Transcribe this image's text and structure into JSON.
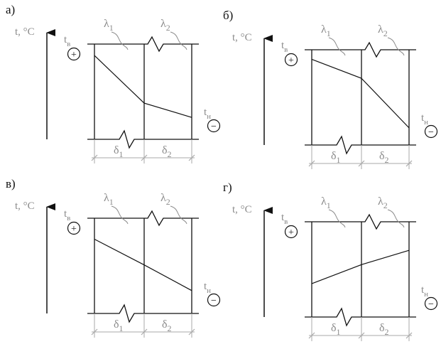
{
  "panels": [
    {
      "label": "а)",
      "axis_label": "t, °C",
      "inner_temp": "t",
      "inner_temp_sub": "в",
      "outer_temp": "t",
      "outer_temp_sub": "н",
      "inner_sign": "+",
      "outer_sign": "−",
      "lambda1": "λ",
      "lambda1_sub": "1",
      "lambda2": "λ",
      "lambda2_sub": "2",
      "delta1": "δ",
      "delta1_sub": "1",
      "delta2": "δ",
      "delta2_sub": "2",
      "profile": {
        "inner_face": 0.12,
        "interface": 0.62,
        "outer_face": 0.77
      }
    },
    {
      "label": "б)",
      "axis_label": "t, °C",
      "inner_temp": "t",
      "inner_temp_sub": "в",
      "outer_temp": "t",
      "outer_temp_sub": "н",
      "inner_sign": "+",
      "outer_sign": "−",
      "lambda1": "λ",
      "lambda1_sub": "1",
      "lambda2": "λ",
      "lambda2_sub": "2",
      "delta1": "δ",
      "delta1_sub": "1",
      "delta2": "δ",
      "delta2_sub": "2",
      "profile": {
        "inner_face": 0.1,
        "interface": 0.3,
        "outer_face": 0.82
      }
    },
    {
      "label": "в)",
      "axis_label": "t, °C",
      "inner_temp": "t",
      "inner_temp_sub": "в",
      "outer_temp": "t",
      "outer_temp_sub": "н",
      "inner_sign": "+",
      "outer_sign": "−",
      "lambda1": "λ",
      "lambda1_sub": "1",
      "lambda2": "λ",
      "lambda2_sub": "2",
      "delta1": "δ",
      "delta1_sub": "1",
      "delta2": "δ",
      "delta2_sub": "2",
      "profile": {
        "inner_face": 0.22,
        "interface": 0.49,
        "outer_face": 0.76
      }
    },
    {
      "label": "г)",
      "axis_label": "t, °C",
      "inner_temp": "t",
      "inner_temp_sub": "в",
      "outer_temp": "t",
      "outer_temp_sub": "н",
      "inner_sign": "+",
      "outer_sign": "−",
      "lambda1": "λ",
      "lambda1_sub": "1",
      "lambda2": "λ",
      "lambda2_sub": "2",
      "delta1": "δ",
      "delta1_sub": "1",
      "delta2": "δ",
      "delta2_sub": "2",
      "profile": {
        "inner_face": 0.65,
        "interface": 0.45,
        "outer_face": 0.3
      }
    }
  ]
}
